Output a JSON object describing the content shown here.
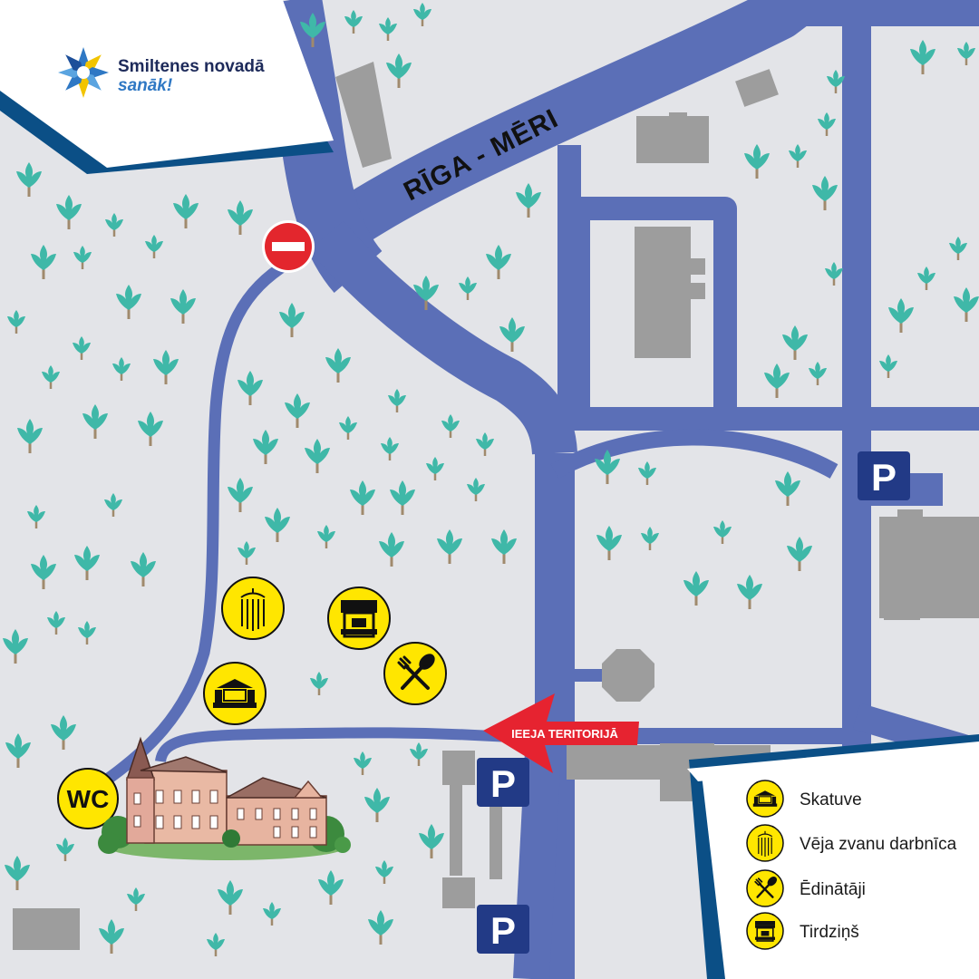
{
  "brand": {
    "line1": "Smiltenes novadā",
    "line2": "sanāk!",
    "colors": {
      "navy": "#1d2a5a",
      "blue": "#2f78c4"
    }
  },
  "map": {
    "road_name": "RĪGA - MĒRI",
    "entrance_label": "IEEJA TERITORIJĀ",
    "wc_label": "WC",
    "parking_label": "P",
    "colors": {
      "background": "#e3e4e8",
      "road": "#5b6fb7",
      "building": "#9d9d9d",
      "tree": "#3fb8a8",
      "trunk": "#a08a6d",
      "poi_yellow": "#ffe600",
      "parking": "#223a86",
      "entrance_arrow": "#e62330",
      "no_entry": "#e3262d",
      "frame_accent": "#0b4f86"
    },
    "icons": [
      "no-entry-icon",
      "parking-icon",
      "wc-icon",
      "stage-icon",
      "wind-chimes-icon",
      "market-stall-icon",
      "food-icon",
      "manor-house-illustration"
    ]
  },
  "legend": {
    "items": [
      {
        "icon": "stage-icon",
        "label": "Skatuve"
      },
      {
        "icon": "wind-chimes-icon",
        "label": "Vēja zvanu darbnīca"
      },
      {
        "icon": "food-icon",
        "label": "Ēdinātāji"
      },
      {
        "icon": "market-stall-icon",
        "label": "Tirdziņš"
      }
    ]
  }
}
